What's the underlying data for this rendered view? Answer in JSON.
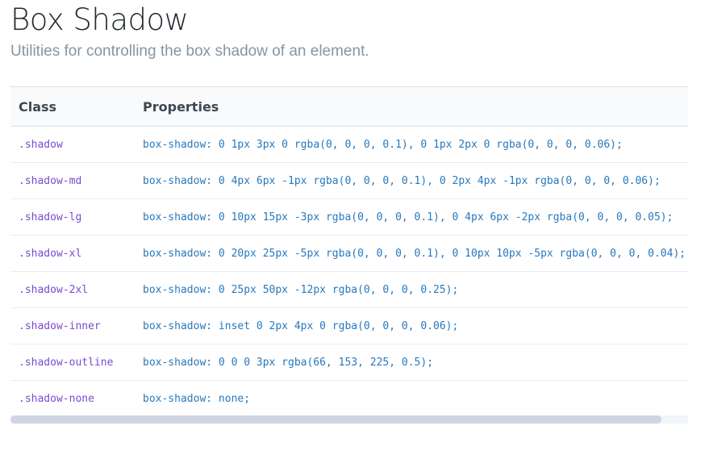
{
  "header": {
    "title": "Box Shadow",
    "subtitle": "Utilities for controlling the box shadow of an element."
  },
  "table": {
    "columns": [
      "Class",
      "Properties"
    ],
    "rows": [
      {
        "class": ".shadow",
        "properties": "box-shadow: 0 1px 3px 0 rgba(0, 0, 0, 0.1), 0 1px 2px 0 rgba(0, 0, 0, 0.06);"
      },
      {
        "class": ".shadow-md",
        "properties": "box-shadow: 0 4px 6px -1px rgba(0, 0, 0, 0.1), 0 2px 4px -1px rgba(0, 0, 0, 0.06);"
      },
      {
        "class": ".shadow-lg",
        "properties": "box-shadow: 0 10px 15px -3px rgba(0, 0, 0, 0.1), 0 4px 6px -2px rgba(0, 0, 0, 0.05);"
      },
      {
        "class": ".shadow-xl",
        "properties": "box-shadow: 0 20px 25px -5px rgba(0, 0, 0, 0.1), 0 10px 10px -5px rgba(0, 0, 0, 0.04);"
      },
      {
        "class": ".shadow-2xl",
        "properties": "box-shadow: 0 25px 50px -12px rgba(0, 0, 0, 0.25);"
      },
      {
        "class": ".shadow-inner",
        "properties": "box-shadow: inset 0 2px 4px 0 rgba(0, 0, 0, 0.06);"
      },
      {
        "class": ".shadow-outline",
        "properties": "box-shadow: 0 0 0 3px rgba(66, 153, 225, 0.5);"
      },
      {
        "class": ".shadow-none",
        "properties": "box-shadow: none;"
      }
    ]
  },
  "colors": {
    "class_text": "#794acf",
    "property_text": "#2779bd",
    "title_text": "#22292f",
    "subtitle_text": "#8795a1",
    "header_bg": "#f8fafc",
    "scrollbar_thumb": "#cdd6e2"
  },
  "scroll": {
    "horizontal_position": 0
  }
}
